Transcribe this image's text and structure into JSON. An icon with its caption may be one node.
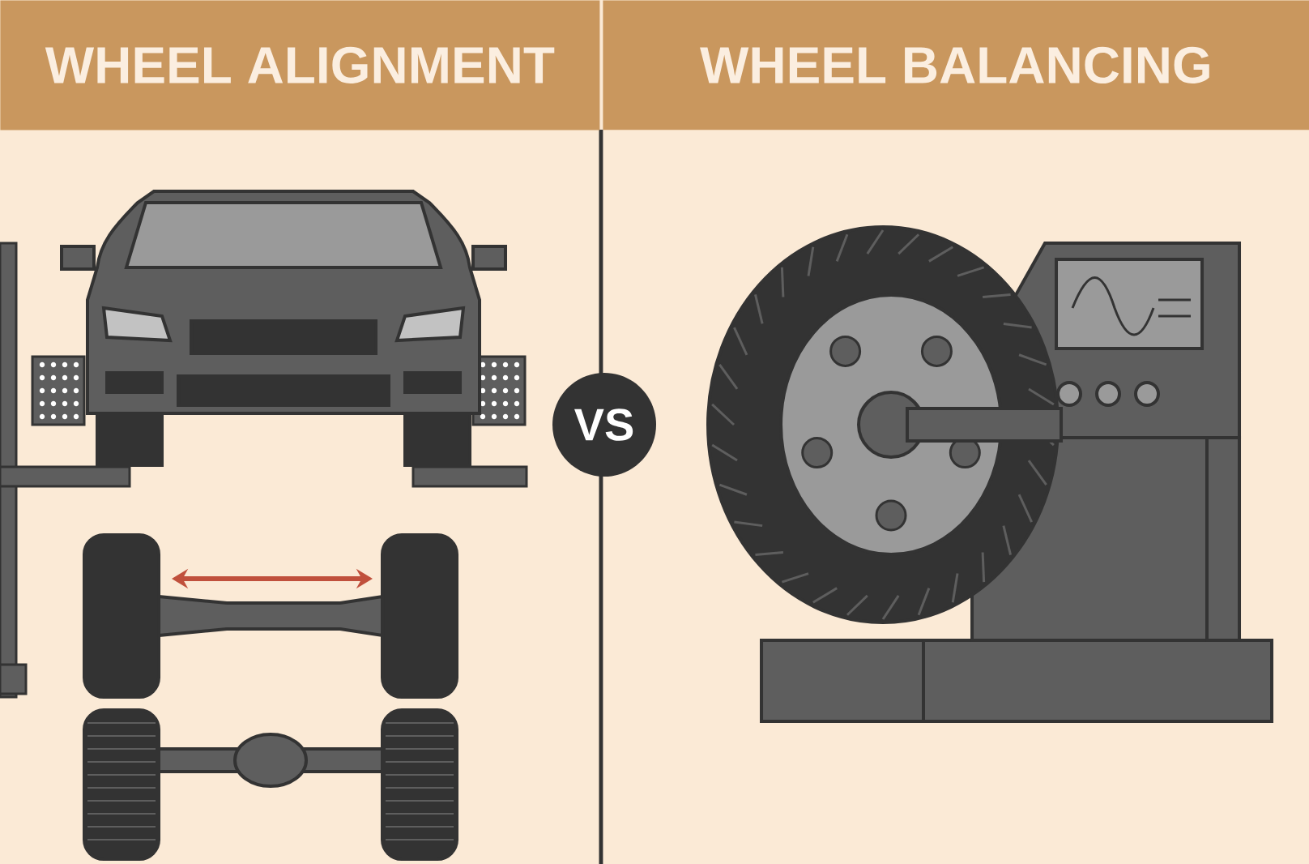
{
  "diagram": {
    "nodes": [
      {
        "text": [
          "WHEEL ALIGNMENT"
        ]
      },
      {
        "text": [
          "WHEEL BALANCING"
        ]
      },
      {
        "text": [
          "VS"
        ]
      }
    ]
  }
}
